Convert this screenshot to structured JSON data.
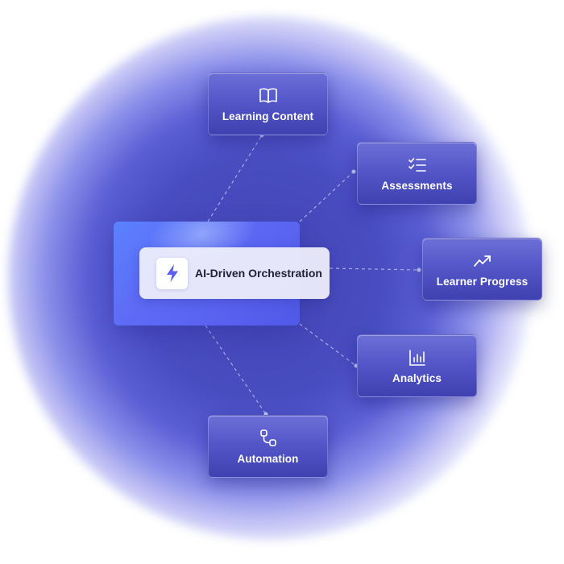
{
  "hub": {
    "title": "AI-Driven Orchestration",
    "icon": "lightning-bolt-icon"
  },
  "nodes": [
    {
      "label": "Learning Content",
      "icon": "open-book-icon"
    },
    {
      "label": "Assessments",
      "icon": "checklist-icon"
    },
    {
      "label": "Learner Progress",
      "icon": "trending-up-icon"
    },
    {
      "label": "Analytics",
      "icon": "bar-chart-icon"
    },
    {
      "label": "Automation",
      "icon": "workflow-icon"
    }
  ],
  "colors": {
    "accent": "#5b5fef",
    "node_bg": "#5457c8",
    "glow": "#4346b4",
    "connector": "#b8bcf5"
  }
}
